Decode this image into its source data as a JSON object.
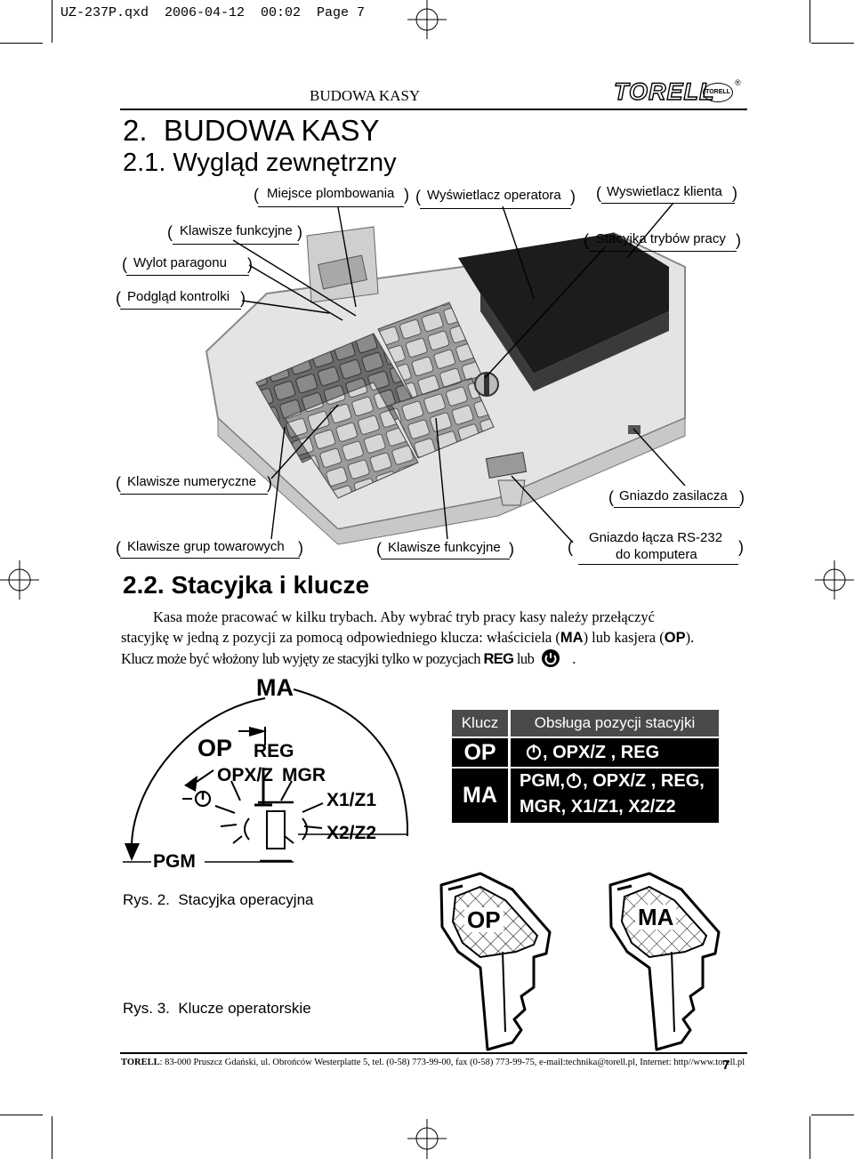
{
  "file_header": "UZ-237P.qxd  2006-04-12  00:02  Page 7",
  "running_head": "BUDOWA KASY",
  "brand": {
    "name": "TORELL",
    "mark": "TORELL",
    "registered": "®"
  },
  "section": {
    "title": "2.  BUDOWA KASY",
    "sub1": "2.1. Wygląd zewnętrzny",
    "sub2": "2.2. Stacyjka i klucze"
  },
  "callouts": {
    "seal": "Miejsce plombowania",
    "operator_display": "Wyświetlacz operatora",
    "customer_display": "Wyswietlacz klienta",
    "function_keys_top": "Klawisze funkcyjne",
    "mode_switch": "Stacyjka trybów pracy",
    "receipt_outlet": "Wylot paragonu",
    "control_view": "Podgląd kontrolki",
    "numeric_keys": "Klawisze numeryczne",
    "power_socket": "Gniazdo zasilacza",
    "group_keys": "Klawisze grup towarowych",
    "function_keys_bottom": "Klawisze funkcyjne",
    "rs232_line1": "Gniazdo łącza RS-232",
    "rs232_line2": "do  komputera"
  },
  "paragraph": {
    "line1": "Kasa może pracować w kilku trybach. Aby wybrać tryb pracy kasy należy przełączyć",
    "line2a": "stacyjkę w jedną z pozycji za pomocą odpowiedniego klucza: właściciela (",
    "line2_ma": "MA",
    "line2b": ") lub kasjera (",
    "line2_op": "OP",
    "line2c": ").",
    "line3a": "Klucz może być włożony lub wyjęty ze stacyjki tylko w pozycjach ",
    "line3_reg": "REG",
    "line3b": " lub",
    "line3c": "."
  },
  "switch_diagram": {
    "ma": "MA",
    "op": "OP",
    "reg": "REG",
    "opxz": "OPX/Z",
    "mgr": "MGR",
    "x1z1": "X1/Z1",
    "x2z2": "X2/Z2",
    "pgm": "PGM",
    "caption": "Rys. 2.  Stacyjka operacyjna"
  },
  "key_table": {
    "headers": [
      "Klucz",
      "Obsługa pozycji stacyjki"
    ],
    "row_op_key": "OP",
    "row_op_line": ",  OPX/Z , REG",
    "row_ma_key": "MA",
    "row_ma_line1a": "PGM,",
    "row_ma_line1b": ", OPX/Z , REG,",
    "row_ma_line2": "MGR, X1/Z1, X2/Z2"
  },
  "keys_figure": {
    "key1": "OP",
    "key2": "MA",
    "caption": "Rys. 3.  Klucze operatorskie"
  },
  "footer": {
    "company": "TORELL",
    "address": ": 83-000 Pruszcz Gdański, ul. Obrońców Westerplatte 5,  tel. (0-58) 773-99-00, fax (0-58) 773-99-75, e-mail:technika@torell.pl, Internet: http//www.torell.pl",
    "page": "7"
  },
  "colors": {
    "ink": "#000000",
    "table_header_bg": "#4a4a4a",
    "table_body_bg": "#000000",
    "table_text": "#ffffff",
    "paper": "#ffffff"
  }
}
